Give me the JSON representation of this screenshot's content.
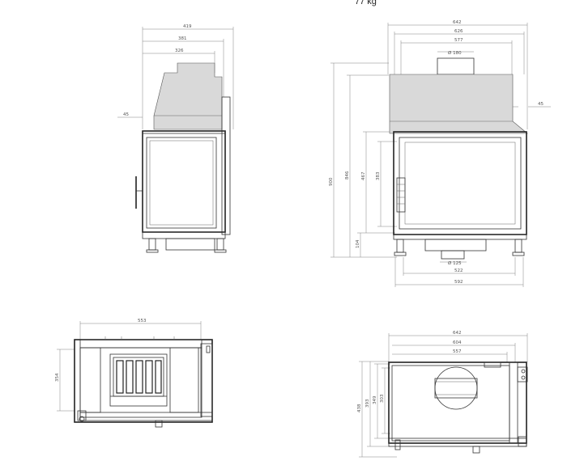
{
  "header": {
    "weight": "77 kg"
  },
  "side_view": {
    "widths": [
      "419",
      "381",
      "326"
    ],
    "offset": "45"
  },
  "front_view": {
    "widths": [
      "642",
      "626",
      "577"
    ],
    "flue_diameter": "Ø 180",
    "offset": "45",
    "heights": [
      "900",
      "846",
      "467",
      "383",
      "104"
    ],
    "air_inlet": "Ø 125",
    "bottom_widths": [
      "522",
      "592"
    ]
  },
  "top_left_view": {
    "width": "553",
    "depth": "354"
  },
  "top_right_view": {
    "widths": [
      "642",
      "604",
      "557"
    ],
    "depths": [
      "438",
      "393",
      "349",
      "303"
    ]
  }
}
